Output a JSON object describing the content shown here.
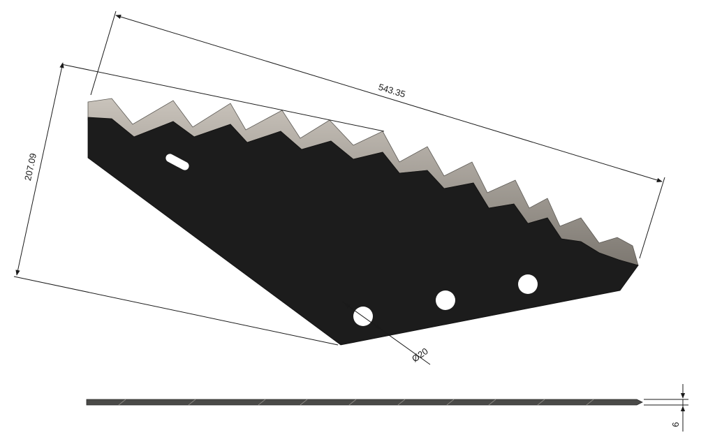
{
  "dimensions": {
    "length": "543.35",
    "height": "207.09",
    "hole_diameter": "Ø20",
    "thickness": "6"
  },
  "colors": {
    "blade_face": "#1c1c1c",
    "tooth_bevel": "#8a8580",
    "tooth_bevel_light": "#b8b2ab",
    "side_view": "#4a4a48",
    "dimension_line": "#1a1a1a",
    "background": "#ffffff"
  }
}
